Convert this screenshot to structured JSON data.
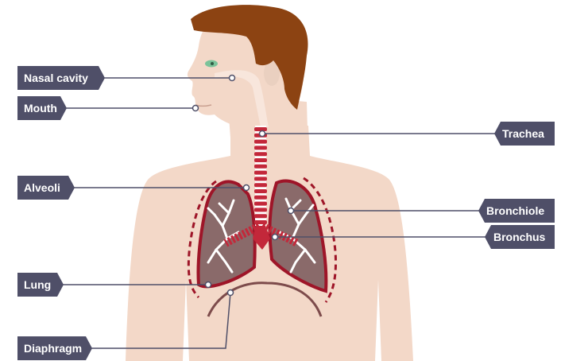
{
  "colors": {
    "background": "#ffffff",
    "skin": "#f3d8c8",
    "skin_shadow": "#ead0c0",
    "airway": "#f8e6dc",
    "hair": "#8c4312",
    "eye": "#7bc39a",
    "lung_fill": "#8a6a6a",
    "lung_outline": "#9e1528",
    "trachea_red": "#c3283a",
    "diaphragm": "#7d4b4b",
    "label_bg": "#4f4f68",
    "label_text": "#ffffff",
    "leader_line": "#4f4f68"
  },
  "labels": {
    "nasal_cavity": "Nasal cavity",
    "mouth": "Mouth",
    "trachea": "Trachea",
    "alveoli": "Alveoli",
    "bronchiole": "Bronchiole",
    "bronchus": "Bronchus",
    "lung": "Lung",
    "diaphragm": "Diaphragm"
  },
  "icons": {
    "figure": "human-torso-illustration",
    "lungs": "lungs-illustration",
    "trachea": "trachea-rings",
    "diaphragm": "diaphragm-curve"
  }
}
